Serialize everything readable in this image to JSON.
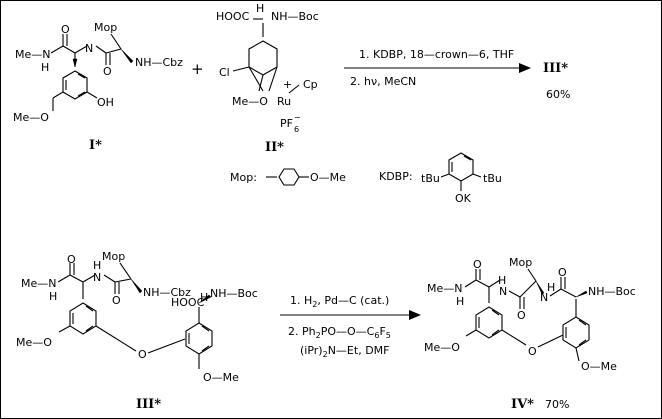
{
  "scheme1": {
    "compound_I": {
      "id_label": "I*",
      "mop": "Mop",
      "methylamine": "Me—N",
      "h": "H",
      "n_upper": "N",
      "o1": "O",
      "o2": "O",
      "nh_cbz": "NH—Cbz",
      "meo": "Me—O",
      "oh": "OH"
    },
    "plus": "+",
    "compound_II": {
      "id_label": "II*",
      "cooh": "HOOC",
      "h": "H",
      "nh_boc": "NH—Boc",
      "cl": "Cl",
      "meo": "Me—O",
      "ru": "Ru",
      "plus_charge": "+",
      "cp": "Cp",
      "pf6": "PF",
      "pf6_sub": "6",
      "pf6_sup": "−"
    },
    "conditions": {
      "step1": "1. KDBP,  18—crown—6, THF",
      "step2": "2. hν, MeCN"
    },
    "product": "III*",
    "yield": "60%",
    "legend": {
      "mop_label": "Mop:",
      "mop_ome": "O—Me",
      "kdbp_label": "KDBP:",
      "tbu_left": "tBu",
      "tbu_right": "tBu",
      "ok": "OK"
    }
  },
  "scheme2": {
    "compound_III": {
      "id_label": "III*",
      "mop": "Mop",
      "methylamine": "Me—N",
      "h1": "H",
      "n_upper": "N",
      "h2": "H",
      "o1": "O",
      "o2": "O",
      "nh_cbz": "NH—Cbz",
      "cooh": "HOOC",
      "h3": "H",
      "nh_boc": "NH—Boc",
      "meo": "Me—O",
      "o_bridge": "O",
      "ome": "O—Me"
    },
    "conditions": {
      "step1": "1. H",
      "step1_sub": "2",
      "step1_rest": ", Pd—C (cat.)",
      "step2a": "2. Ph",
      "step2a_sub": "2",
      "step2a_rest": "PO—O—C",
      "step2a_sub2": "6",
      "step2a_end": "F",
      "step2a_sub3": "5",
      "step2b": "(iPr)",
      "step2b_sub": "2",
      "step2b_rest": "N—Et,  DMF"
    },
    "compound_IV": {
      "id_label": "IV*",
      "yield": "70%",
      "mop": "Mop",
      "methylamine": "Me—N",
      "h1": "H",
      "n1": "N",
      "h2": "H",
      "n2": "N",
      "h3": "H",
      "o1": "O",
      "o2": "O",
      "o3": "O",
      "nh_boc": "NH—Boc",
      "meo": "Me—O",
      "o_bridge": "O",
      "ome": "O—Me"
    }
  }
}
